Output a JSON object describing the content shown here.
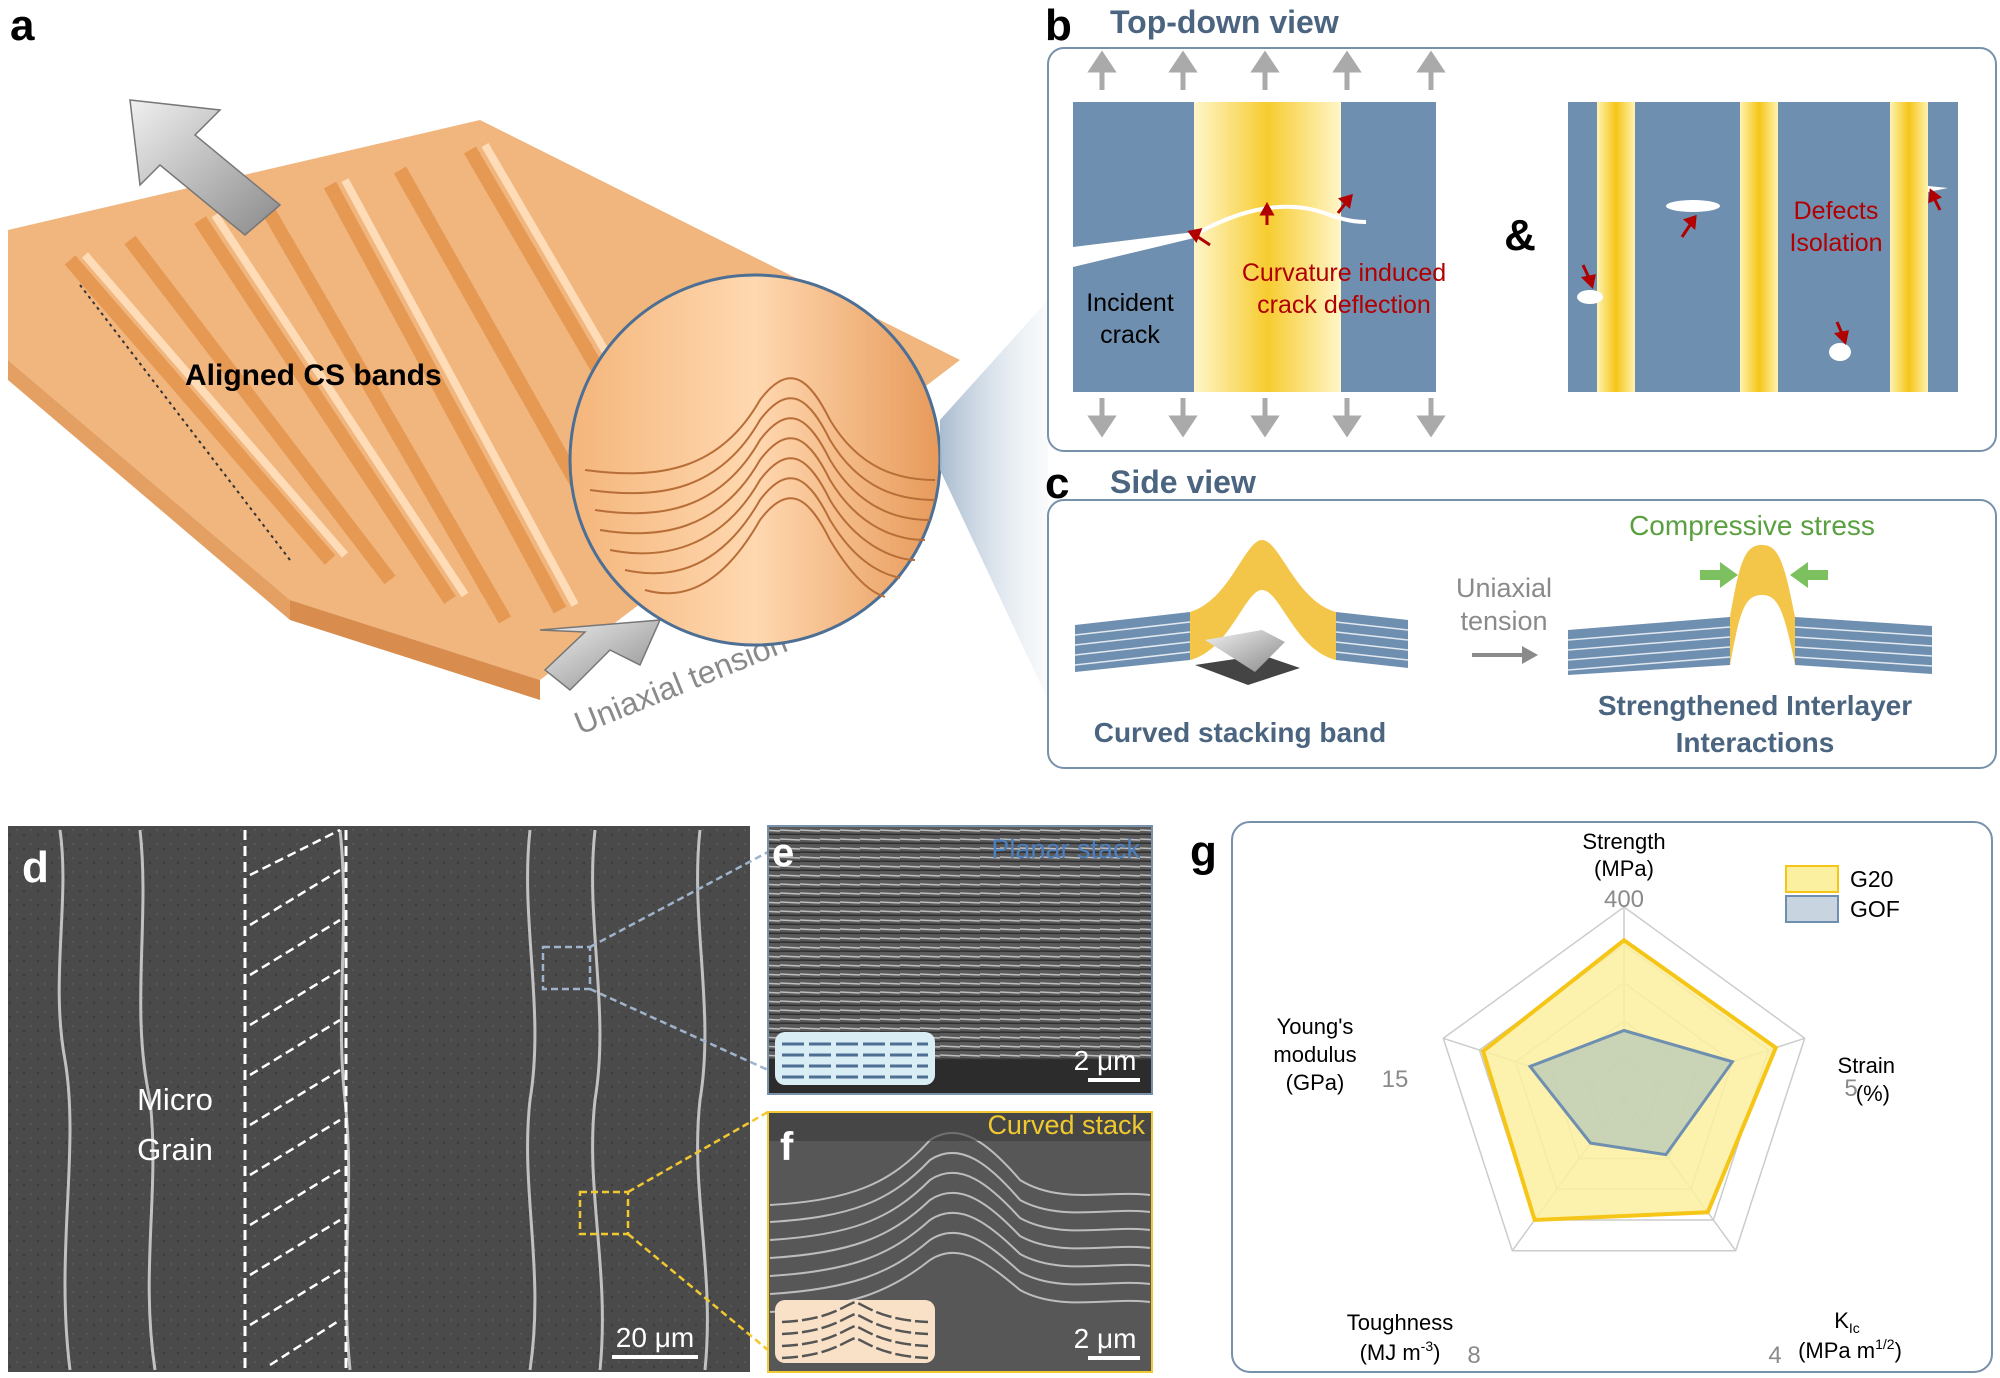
{
  "panel_letters": {
    "a": "a",
    "b": "b",
    "c": "c",
    "d": "d",
    "e": "e",
    "f": "f",
    "g": "g"
  },
  "panel_a": {
    "band_label": "Aligned CS bands",
    "tension_label": "Uniaxial tension"
  },
  "panel_b": {
    "title": "Top-down view",
    "incident_crack": [
      "Incident",
      "crack"
    ],
    "deflection": [
      "Curvature induced",
      "crack deflection"
    ],
    "ampersand": "&",
    "defects": [
      "Defects",
      "Isolation"
    ]
  },
  "panel_c": {
    "title": "Side view",
    "tension": [
      "Uniaxial",
      "tension"
    ],
    "compressive": "Compressive stress",
    "curved_band": "Curved stacking band",
    "strengthened": [
      "Strengthened Interlayer",
      "Interactions"
    ]
  },
  "panel_d": {
    "grain": [
      "Micro",
      "Grain"
    ],
    "scale": "20 μm"
  },
  "panel_e": {
    "label": "Planar stack",
    "scale": "2 μm"
  },
  "panel_f": {
    "label": "Curved stack",
    "scale": "2 μm"
  },
  "colors": {
    "blue": "#6f8fb0",
    "gold": "#f5c518",
    "dark_red": "#b00000",
    "title_blue": "#4b6580",
    "green": "#5aa040",
    "orange": "#eeaa6a"
  },
  "chart_data": {
    "type": "radar",
    "axes": [
      {
        "name": "Strength",
        "unit": "(MPa)",
        "max": 400,
        "max_label": "400"
      },
      {
        "name": "Strain",
        "unit": "(%)",
        "max": 5,
        "max_label": "5"
      },
      {
        "name": "K",
        "sub": "Ic",
        "unit": "(MPa m",
        "unit_sup": "1/2",
        "unit_end": ")",
        "max": 4,
        "max_label": "4"
      },
      {
        "name": "Toughness",
        "unit": "(MJ m",
        "unit_sup": "-3",
        "unit_end": ")",
        "max": 8,
        "max_label": "8"
      },
      {
        "name": "Young's",
        "name2": "modulus",
        "unit": "(GPa)",
        "max": 15,
        "max_label": "15"
      }
    ],
    "series": [
      {
        "name": "G20",
        "values": [
          330,
          4.2,
          3.0,
          6.4,
          11.7
        ],
        "color": "#f5c518",
        "fill": "#fbf0a0"
      },
      {
        "name": "GOF",
        "values": [
          140,
          3.0,
          1.5,
          2.4,
          7.8
        ],
        "color": "#6f8fb0",
        "fill": "#b8c8b8"
      }
    ],
    "grid_levels": 5
  }
}
